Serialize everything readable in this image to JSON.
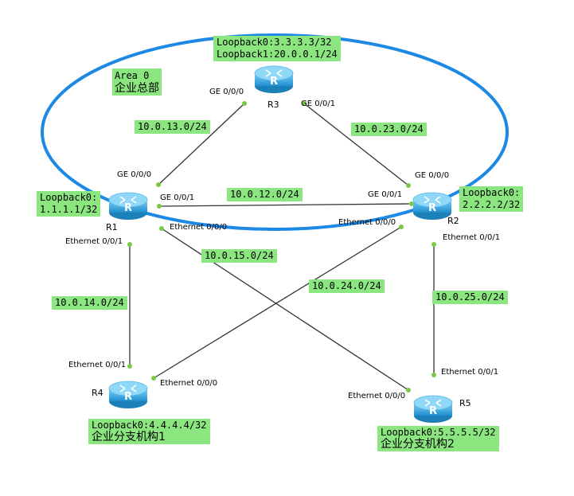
{
  "area": {
    "name": "Area 0",
    "label": "企业总部"
  },
  "routers": {
    "r1": {
      "name": "R1",
      "loopback_line1": "Loopback0:",
      "loopback_line2": "1.1.1.1/32"
    },
    "r2": {
      "name": "R2",
      "loopback_line1": "Loopback0:",
      "loopback_line2": "2.2.2.2/32"
    },
    "r3": {
      "name": "R3",
      "loopback_line1": "Loopback0:3.3.3.3/32",
      "loopback_line2": "Loopback1:20.0.0.1/24"
    },
    "r4": {
      "name": "R4",
      "loopback_line1": "Loopback0:4.4.4.4/32",
      "loopback_line2": "企业分支机构1"
    },
    "r5": {
      "name": "R5",
      "loopback_line1": "Loopback0:5.5.5.5/32",
      "loopback_line2": "企业分支机构2"
    }
  },
  "networks": {
    "r1_r3": "10.0.13.0/24",
    "r2_r3": "10.0.23.0/24",
    "r1_r2": "10.0.12.0/24",
    "r1_r5": "10.0.15.0/24",
    "r2_r4": "10.0.24.0/24",
    "r1_r4": "10.0.14.0/24",
    "r2_r5": "10.0.25.0/24"
  },
  "interfaces": {
    "r3_g000": "GE 0/0/0",
    "r3_g001": "GE 0/0/1",
    "r1_g000": "GE 0/0/0",
    "r1_g001": "GE 0/0/1",
    "r1_e000": "Ethernet 0/0/0",
    "r1_e001": "Ethernet 0/0/1",
    "r2_g000": "GE 0/0/0",
    "r2_g001": "GE 0/0/1",
    "r2_e000": "Ethernet 0/0/0",
    "r2_e001": "Ethernet 0/0/1",
    "r4_e001": "Ethernet 0/0/1",
    "r4_e000": "Ethernet 0/0/0",
    "r5_e000": "Ethernet 0/0/0",
    "r5_e001": "Ethernet 0/0/1"
  },
  "colors": {
    "area_ring": "#1e88e5",
    "label_bg": "#8be67f",
    "link": "#333333",
    "port_dot": "#7ac943",
    "router": "#3aa7e0"
  }
}
